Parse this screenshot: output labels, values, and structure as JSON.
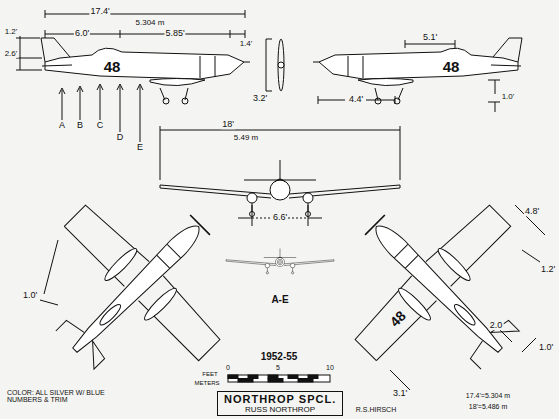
{
  "diagram": {
    "nodes": [
      {
        "text": [
          "NORTHROP SPCL.",
          "RUSS NORTHROP"
        ]
      }
    ],
    "labels": [
      "17.4'",
      "5.304 m",
      "6.0'",
      "5.85'",
      "1.4'",
      "1.2'",
      "2.6'",
      "3.2'",
      "48",
      "A",
      "B",
      "C",
      "D",
      "E",
      "5.1'",
      "48",
      "4.4'",
      "1.0'",
      "18'",
      "5.49 m",
      "6.6'",
      "A-E",
      "4.8'",
      "1.2'",
      "2.0",
      "1.0'",
      "3.1'",
      "48",
      "1.0'",
      "1952-55",
      "FEET",
      "METERS",
      "0",
      "5",
      "10",
      "COLOR: ALL SILVER W/ BLUE NUMBERS & TRIM",
      "R.S.HIRSCH",
      "17.4'=5.304 m",
      "18'=5.486 m"
    ]
  }
}
